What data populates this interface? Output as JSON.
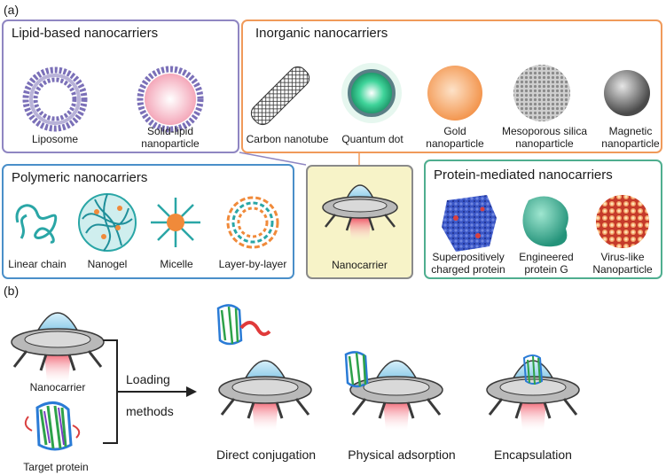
{
  "panel_a": {
    "label": "(a)",
    "lipid": {
      "title": "Lipid-based nanocarriers",
      "items": [
        "Liposome",
        "Solid-lipid\nnanoparticle"
      ],
      "color": "#8f86c2"
    },
    "inorganic": {
      "title": "Inorganic nanocarriers",
      "items": [
        "Carbon nanotube",
        "Quantum dot",
        "Gold\nnanoparticle",
        "Mesoporous silica\nnanoparticle",
        "Magnetic\nnanoparticle"
      ],
      "color": "#f09a5a"
    },
    "polymeric": {
      "title": "Polymeric nanocarriers",
      "items": [
        "Linear chain",
        "Nanogel",
        "Micelle",
        "Layer-by-layer"
      ],
      "color": "#4a8fc9"
    },
    "center": {
      "label": "Nanocarrier",
      "color": "#f7f3c8"
    },
    "protein": {
      "title": "Protein-mediated nanocarriers",
      "items": [
        "Superpositively\ncharged protein",
        "Engineered\nprotein G",
        "Virus-like\nNanoparticle"
      ],
      "color": "#4fae8f"
    }
  },
  "panel_b": {
    "label": "(b)",
    "nanocarrier_label": "Nanocarrier",
    "target_label": "Target protein",
    "arrow_label_1": "Loading",
    "arrow_label_2": "methods",
    "methods": [
      "Direct conjugation",
      "Physical adsorption",
      "Encapsulation"
    ]
  }
}
